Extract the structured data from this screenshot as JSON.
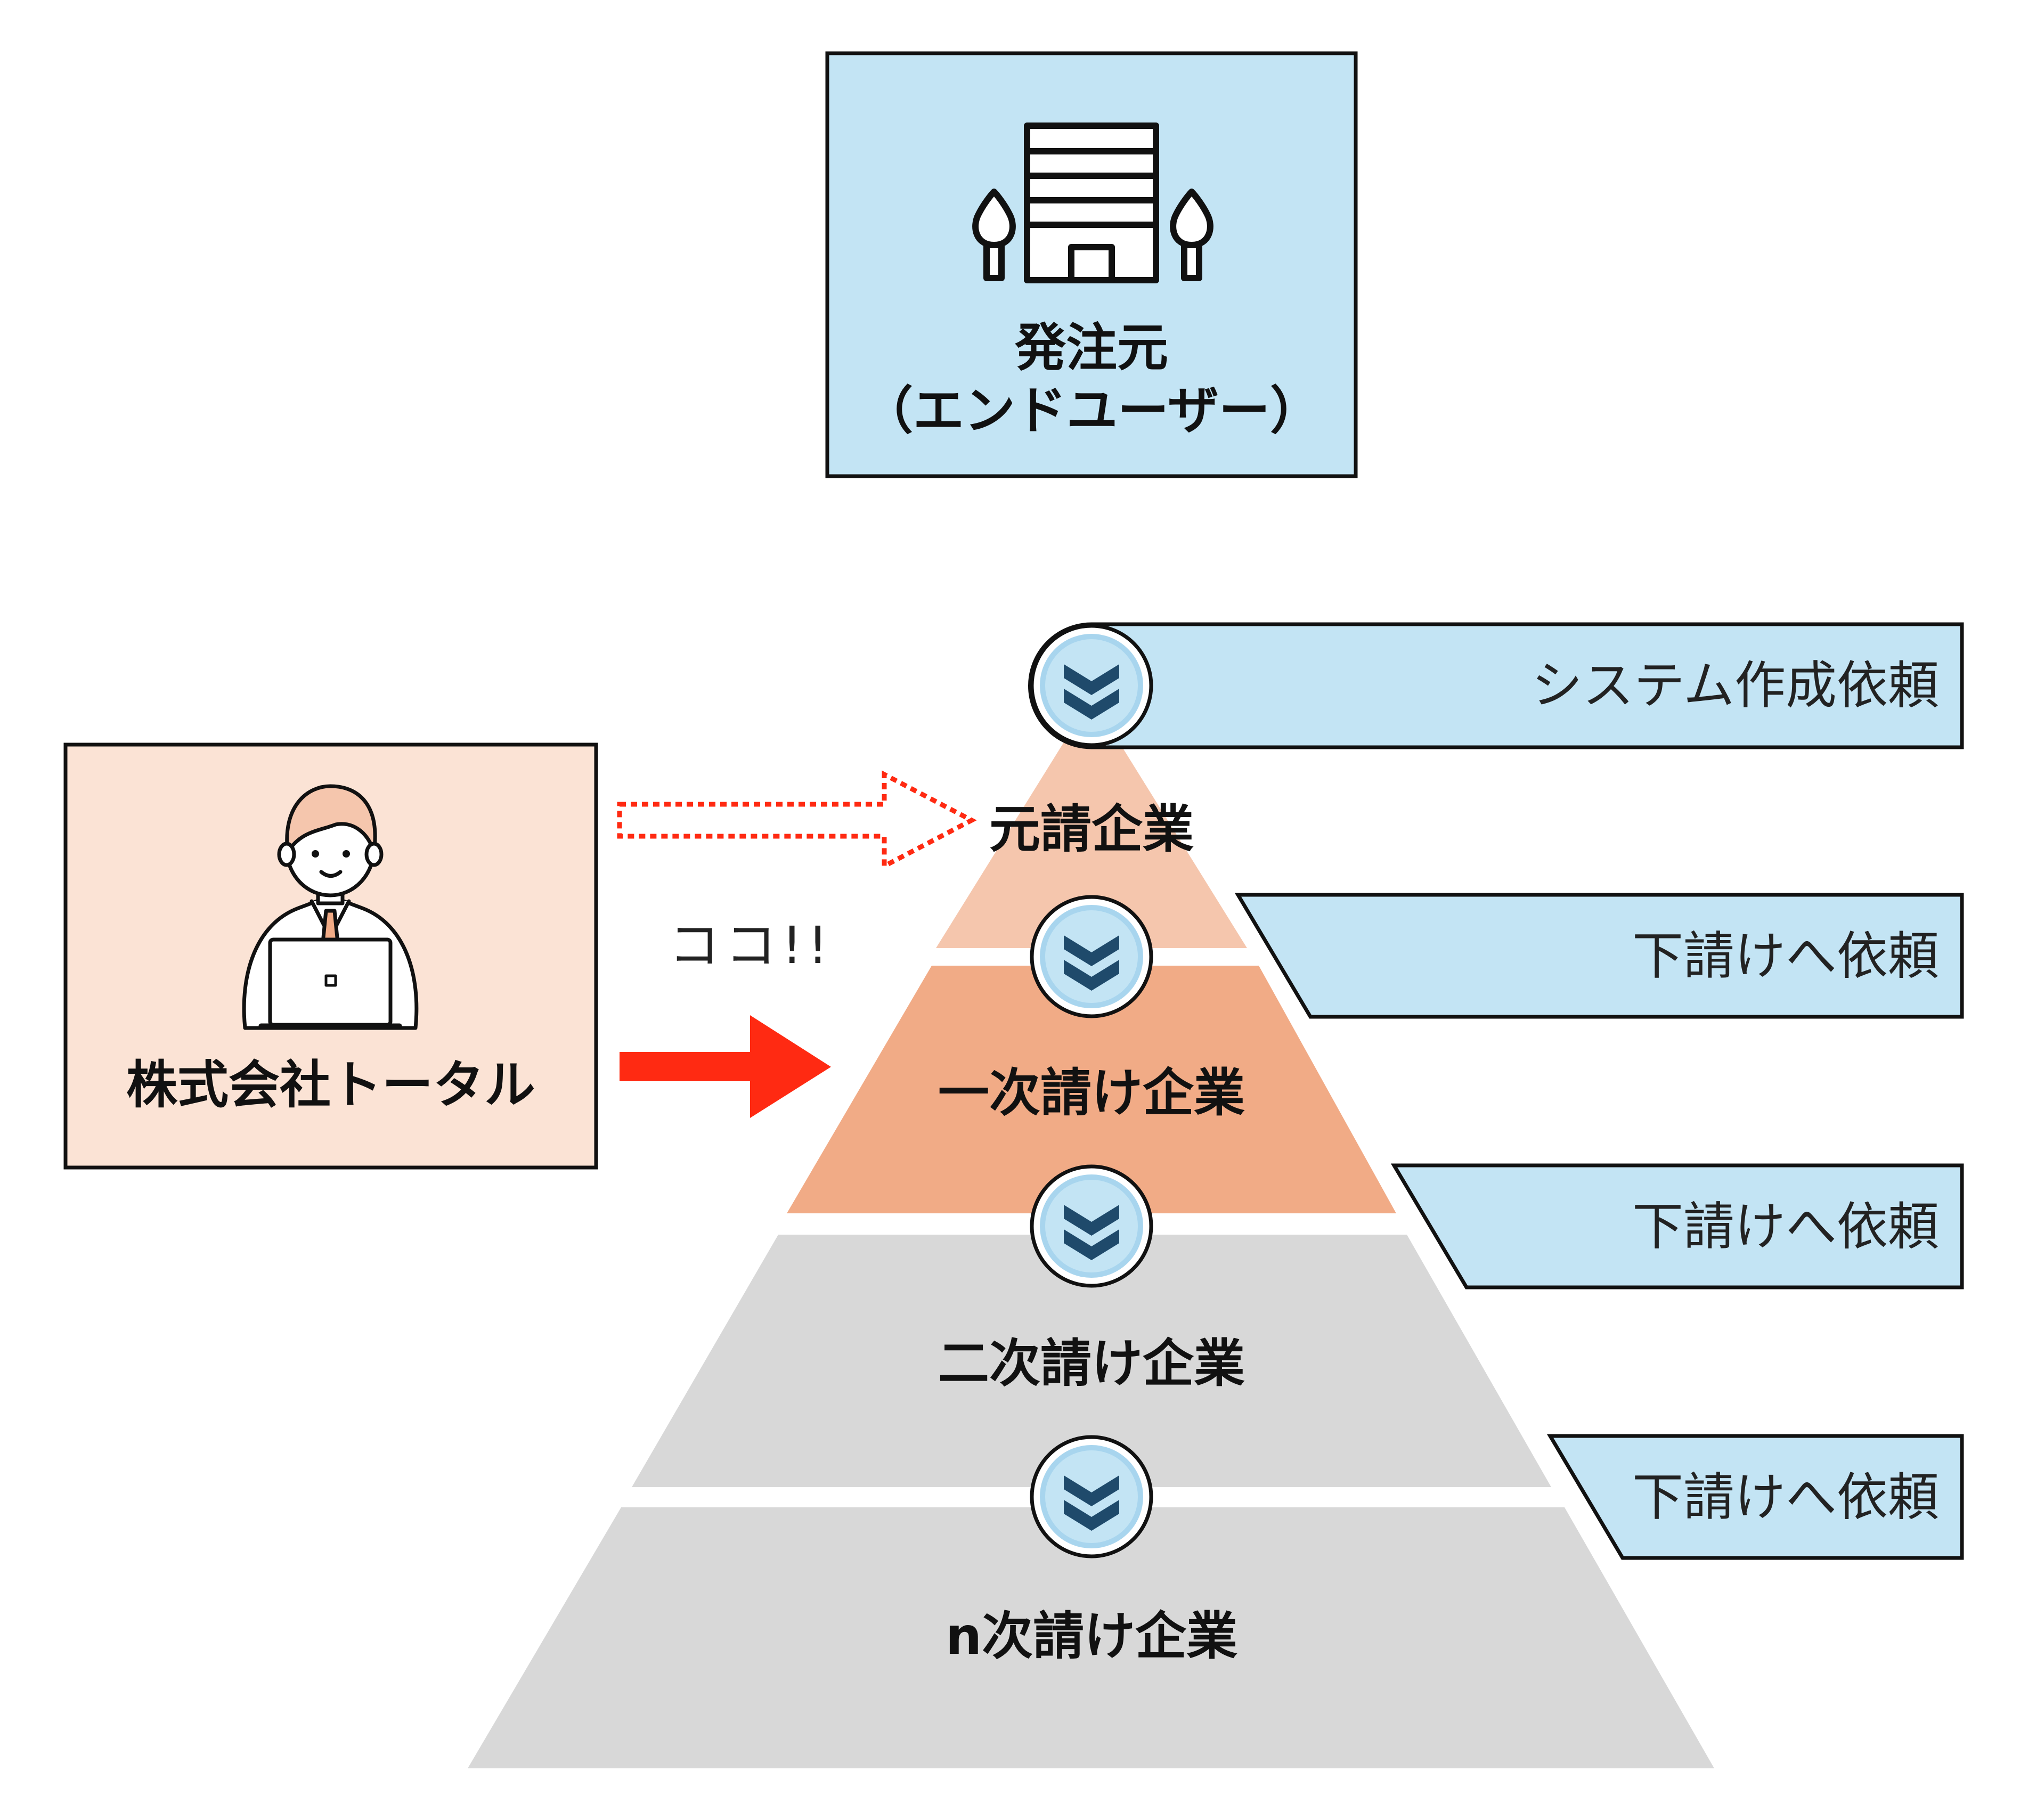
{
  "client": {
    "title": "発注元",
    "subtitle": "（エンドユーザー）"
  },
  "company": {
    "name": "株式会社トータル"
  },
  "annotation": {
    "here": "ココ!!"
  },
  "pyramid": {
    "levels": [
      {
        "label": "元請企業"
      },
      {
        "label": "一次請け企業"
      },
      {
        "label": "二次請け企業"
      },
      {
        "label": "n次請け企業"
      }
    ]
  },
  "flow_labels": [
    {
      "label": "システム作成依頼"
    },
    {
      "label": "下請けへ依頼"
    },
    {
      "label": "下請けへ依頼"
    },
    {
      "label": "下請けへ依頼"
    }
  ],
  "colors": {
    "client_fill": "#c3e4f4",
    "company_fill": "#fbe3d5",
    "level_top_fill": "#f5c6ad",
    "level_first_fill": "#f1ab86",
    "level_lower_fill": "#d8d8d8",
    "flow_label_fill": "#c3e4f4",
    "arrow_solid": "#ff2a12",
    "arrow_dotted": "#ff2a12",
    "badge_ring": "#a8d5ee",
    "badge_chevron": "#1f4a6b"
  },
  "icons": {
    "client": "building-icon",
    "company": "businessman-laptop-icon",
    "flow": "double-chevron-down-icon"
  }
}
